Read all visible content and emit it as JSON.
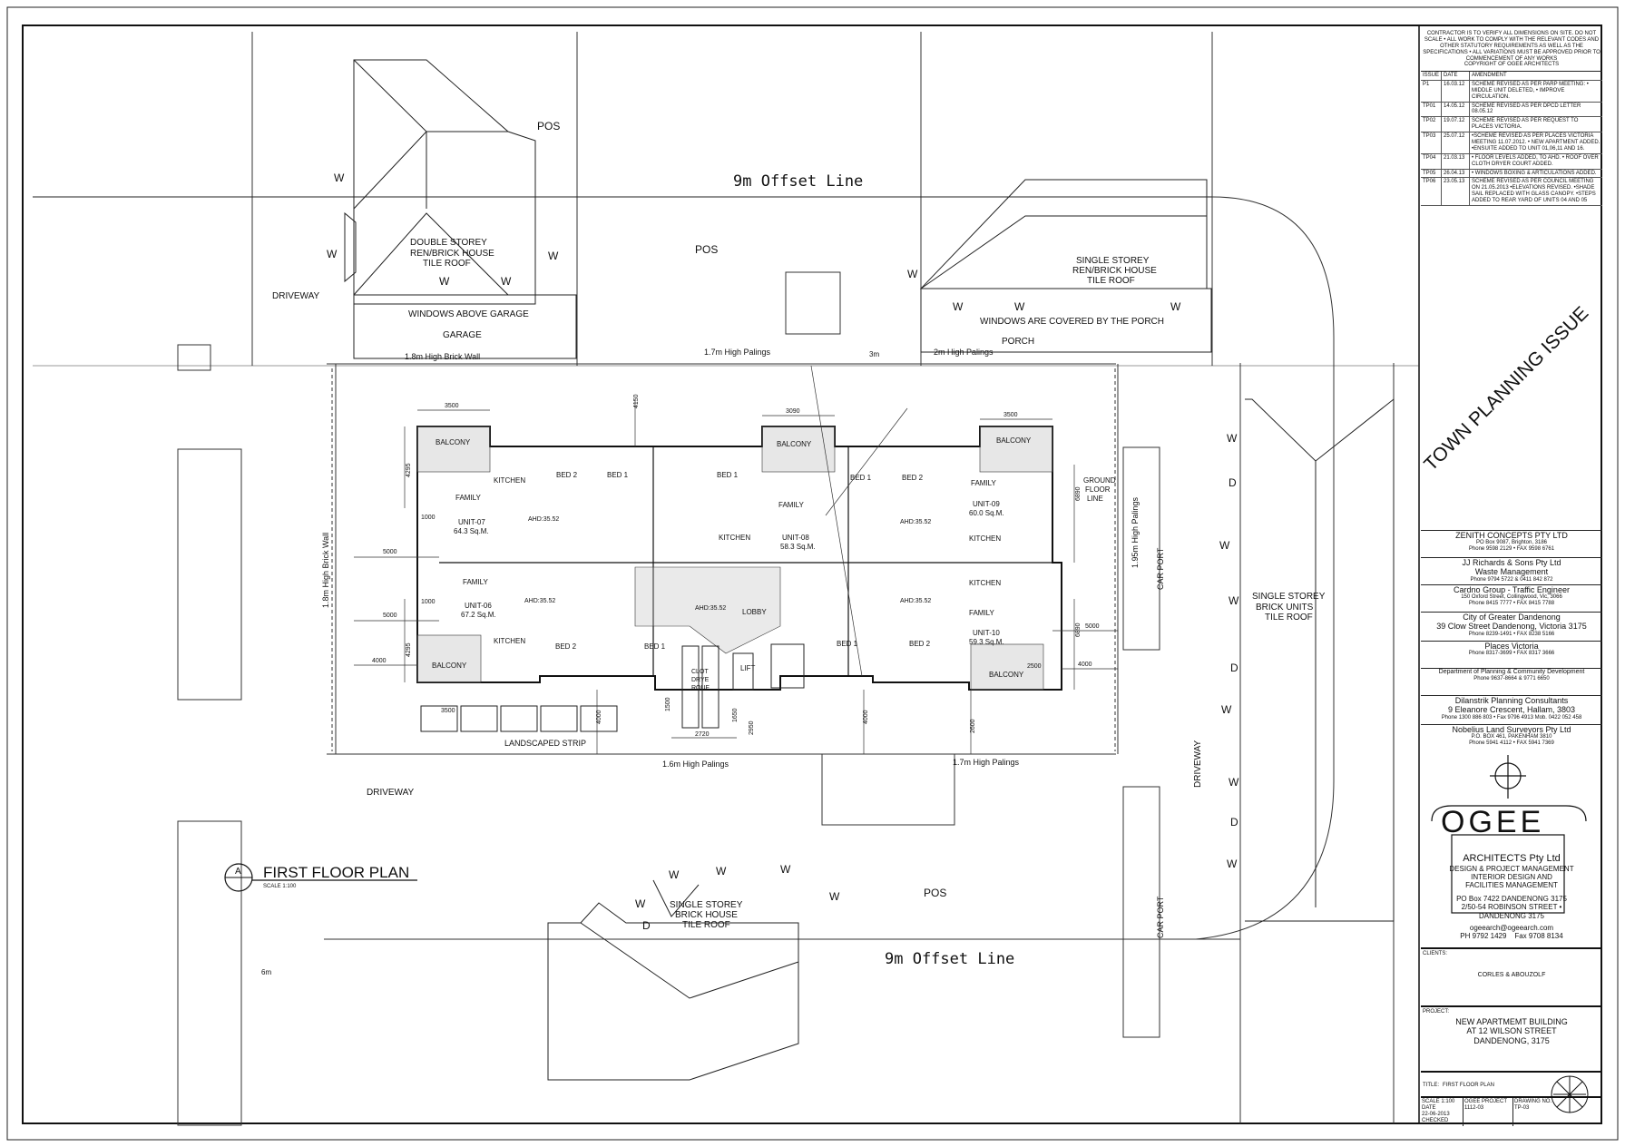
{
  "drawing": {
    "offset_line_top": "9m Offset Line",
    "offset_line_bottom": "9m Offset Line",
    "plan_marker": "A",
    "plan_title": "FIRST FLOOR PLAN",
    "plan_scale": "SCALE 1:100",
    "labels": {
      "pos_1": "POS",
      "pos_2": "POS",
      "pos_3": "POS",
      "double_storey_1": "DOUBLE STOREY",
      "double_storey_2": "REN/BRICK HOUSE",
      "double_storey_3": "TILE ROOF",
      "single_ne_1": "SINGLE STOREY",
      "single_ne_2": "REN/BRICK HOUSE",
      "single_ne_3": "TILE ROOF",
      "single_e_1": "SINGLE STOREY",
      "single_e_2": "BRICK UNITS",
      "single_e_3": "TILE ROOF",
      "single_s_1": "SINGLE STOREY",
      "single_s_2": "BRICK HOUSE",
      "single_s_3": "TILE ROOF",
      "windows_above_garage": "WINDOWS ABOVE GARAGE",
      "garage": "GARAGE",
      "windows_porch": "WINDOWS ARE COVERED BY THE PORCH",
      "porch": "PORCH",
      "driveway_1": "DRIVEWAY",
      "driveway_2": "DRIVEWAY",
      "driveway_3": "DRIVEWAY",
      "wall_1": "1.8m High Brick Wall",
      "wall_2": "1.8m High Brick Wall",
      "palings_1": "1.7m High Palings",
      "palings_2": "2m High Palings",
      "palings_3": "1.6m High Palings",
      "palings_4": "1.7m High Palings",
      "palings_5": "1.95m High Palings",
      "carport_1": "CAR PORT",
      "carport_2": "CAR PORT",
      "landscaped": "LANDSCAPED STRIP",
      "ground_floor_1": "GROUND",
      "ground_floor_2": "FLOOR",
      "ground_floor_3": "LINE",
      "w": "W",
      "d": "D",
      "dim_3m": "3m",
      "dim_6m": "6m"
    },
    "units": [
      {
        "name": "UNIT-07",
        "area": "64.3 Sq.M."
      },
      {
        "name": "UNIT-08",
        "area": "58.3 Sq.M."
      },
      {
        "name": "UNIT-09",
        "area": "60.0 Sq.M."
      },
      {
        "name": "UNIT-06",
        "area": "67.2 Sq.M."
      },
      {
        "name": "UNIT-10",
        "area": "59.3 Sq.M."
      }
    ],
    "rooms": {
      "balcony": "BALCONY",
      "family": "FAMILY",
      "kitchen": "KITCHEN",
      "bed1": "BED 1",
      "bed2": "BED 2",
      "lobby": "LOBBY",
      "lift": "LIFT",
      "ahd": "AHD:35.52",
      "clothes_dryer_1": "CLOT",
      "clothes_dryer_2": "DRYE",
      "clothes_dryer_3": "ROUF"
    },
    "dims": {
      "d3500a": "3500",
      "d3500b": "3500",
      "d3500c": "3500",
      "d3090": "3090",
      "d4150": "4150",
      "d4295a": "4295",
      "d4295b": "4295",
      "d1000a": "1000",
      "d1000b": "1000",
      "d5000a": "5000",
      "d5000b": "5000",
      "d5000c": "5000",
      "d4000a": "4000",
      "d4000b": "4000",
      "d4000c": "4000",
      "d4000d": "4000",
      "d6890a": "6890",
      "d6890b": "6890",
      "d2720": "2720",
      "d2950": "2950",
      "d1650": "1650",
      "d2600": "2600",
      "d2500": "2500",
      "d1500": "1500"
    }
  },
  "title_block": {
    "disclaimer": "CONTRACTOR IS TO VERIFY ALL DIMENSIONS ON SITE. DO NOT SCALE • ALL WORK TO COMPLY WITH THE RELEVANT CODES AND OTHER STATUTORY REQUIREMENTS AS WELL AS THE SPECIFICATIONS • ALL VARIATIONS MUST BE APPROVED PRIOR TO COMMENCEMENT OF ANY WORKS",
    "copyright": "COPYRIGHT OF OGEE ARCHITECTS",
    "rev_headers": [
      "ISSUE",
      "DATE",
      "AMENDMENT"
    ],
    "revisions": [
      {
        "id": "P1",
        "date": "16.03.12",
        "text": "SCHEME REVISED AS PER PARP MEETING: • MIDDLE UNIT DELETED, • IMPROVE CIRCULATION."
      },
      {
        "id": "TP01",
        "date": "14.05.12",
        "text": "SCHEME REVISED AS PER DPCD LETTER 08.05.12"
      },
      {
        "id": "TP02",
        "date": "19.07.12",
        "text": "SCHEME REVISED AS PER REQUEST TO PLACES VICTORIA."
      },
      {
        "id": "TP03",
        "date": "25.07.12",
        "text": "•SCHEME REVISED AS PER PLACES VICTORIA MEETING 11.07.2012. • NEW APARTMENT ADDED. •ENSUITE ADDED TO UNIT 01,06,11 AND 16."
      },
      {
        "id": "TP04",
        "date": "21.03.13",
        "text": "• FLOOR LEVELS ADDED, TO AHD. • ROOF OVER CLOTH DRYER COURT ADDED."
      },
      {
        "id": "TP05",
        "date": "26.04.13",
        "text": "• WINDOWS BOXING & ARTICULATIONS ADDED."
      },
      {
        "id": "TP06",
        "date": "23.05.13",
        "text": "SCHEME REVISED AS PER COUNCIL MEETING ON 21.05.2013 •ELEVATIONS REVISED. •SHADE SAIL REPLACED WITH GLASS CANOPY. •STEPS ADDED TO REAR YARD OF UNITS 04 AND 05"
      }
    ],
    "issue_stamp": "TOWN PLANNING ISSUE",
    "consultants": [
      {
        "name": "ZENITH CONCEPTS PTY LTD",
        "l1": "PO Box 9087, Brighton, 3186",
        "l2": "Phone 9598 2129 • FAX 9598 6761"
      },
      {
        "name": "JJ Richards & Sons Pty Ltd",
        "l1": "Waste Management",
        "l2": "Phone 9794 5722 & 0411 842 872"
      },
      {
        "name": "Cardno Group - Traffic Engineer",
        "l1": "150 Oxford Street, Collingwood, Vic, 3066",
        "l2": "Phone 8415 7777 • FAX 8415 7788"
      },
      {
        "name": "City of Greater Dandenong",
        "l1": "39 Clow Street Dandenong, Victoria 3175",
        "l2": "Phone 8239-1491 • FAX 8238 5166"
      },
      {
        "name": "Places Victoria",
        "l1": "Phone 8317-3699 • FAX 8317 3666",
        "l2": ""
      },
      {
        "name": "Department of Planning & Community Development",
        "l1": "Phone 9637-8664 & 9771 6650",
        "l2": ""
      },
      {
        "name": "Dilanstrik Planning Consultants",
        "l1": "9 Eleanore Crescent, Hallam, 3803",
        "l2": "Phone 1300 886 803 • Fax 9796 4913 Mob. 0422 052 458"
      },
      {
        "name": "Nobelius Land Surveyors Pty Ltd",
        "l1": "P.O. BOX 461, PAKENHAM 3810",
        "l2": "Phone 5941 4112 • FAX 5941 7369"
      }
    ],
    "firm": {
      "logo": "OGEE",
      "name": "ARCHITECTS Pty Ltd",
      "s1": "DESIGN & PROJECT MANAGEMENT",
      "s2": "INTERIOR DESIGN AND",
      "s3": "FACILITIES MANAGEMENT",
      "a1": "PO Box 7422 DANDENONG 3175",
      "a2": "2/50-54 ROBINSON STREET •",
      "a3": "DANDENONG 3175",
      "email": "ogeearch@ogeearch.com",
      "phone": "PH 9792 1429",
      "fax": "Fax 9708 8134"
    },
    "client_label": "CLIENTS:",
    "client": "CORLES & ABOUZOLF",
    "project_label": "PROJECT:",
    "project_1": "NEW APARTMEMT BUILDING",
    "project_2": "AT 12 WILSON STREET",
    "project_3": "DANDENONG, 3175",
    "title_label": "TITLE:",
    "title": "FIRST FLOOR PLAN",
    "scale_label": "SCALE 1:100",
    "date_label": "DATE",
    "date": "22-06-2013",
    "checked_label": "CHECKED",
    "project_no_label": "OGEE PROJECT",
    "project_no": "1112-03",
    "drawing_no_label": "DRAWING NO.",
    "drawing_no": "TP-03"
  }
}
